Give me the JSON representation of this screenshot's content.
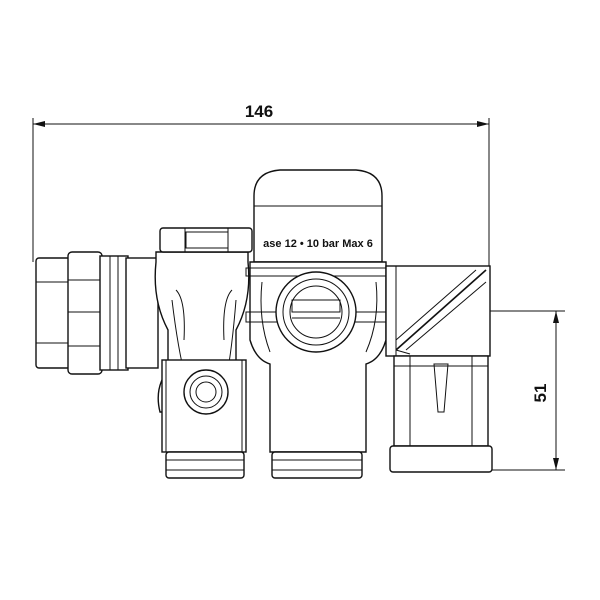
{
  "dimensions": {
    "width_label": "146",
    "height_label": "51"
  },
  "cap_label": "ase 12 • 10 bar Max 6",
  "colors": {
    "line": "#111111",
    "background": "#ffffff"
  }
}
